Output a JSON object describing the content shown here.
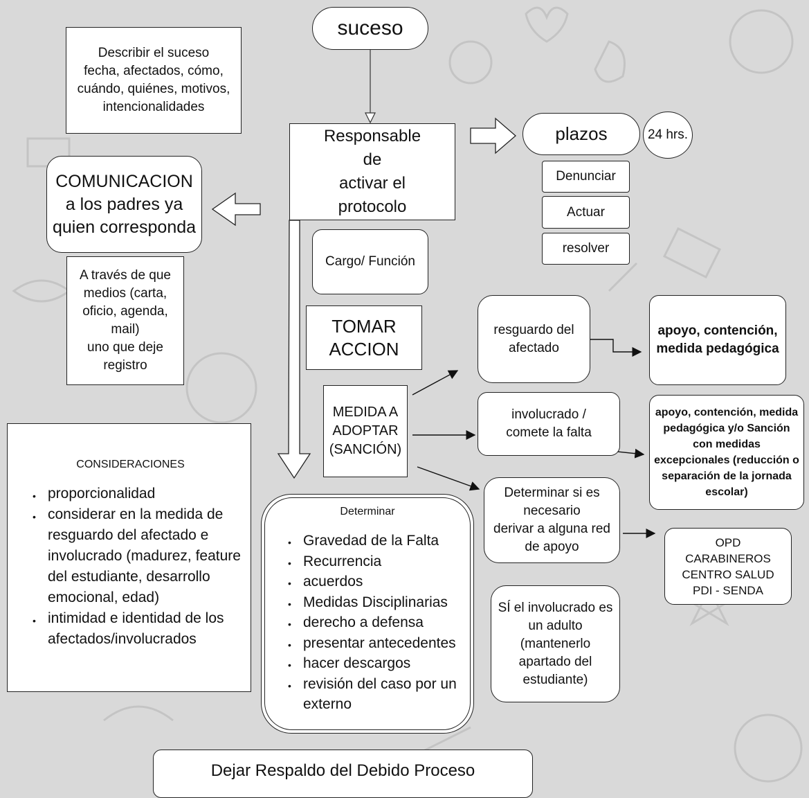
{
  "nodes": {
    "suceso": "suceso",
    "describir": "Describir el suceso\nfecha, afectados, cómo,\ncuándo, quiénes, motivos,\nintencionalidades",
    "responsable": "Responsable\nde\nactivar el\nprotocolo",
    "plazos": "plazos",
    "horas": "24 hrs.",
    "denunciar": "Denunciar",
    "actuar": "Actuar",
    "resolver": "resolver",
    "comunicacion": "COMUNICACION\na los padres ya\nquien corresponda",
    "medios": "A través de que\nmedios (carta,\noficio, agenda,\nmail)\nuno que deje\nregistro",
    "cargo": "Cargo/ Función",
    "tomar": "TOMAR\nACCION",
    "medida": "MEDIDA A\nADOPTAR\n(SANCIÓN)",
    "resguardo": "resguardo del\nafectado",
    "apoyo1": "apoyo, contención,\nmedida pedagógica",
    "involucrado": "involucrado /\ncomete la falta",
    "apoyo2": "apoyo, contención, medida\npedagógica y/o Sanción\ncon medidas\nexcepcionales (reducción o\nseparación de la jornada\nescolar)",
    "derivar": "Determinar si es\nnecesario\nderivar a alguna red\nde apoyo",
    "opd": "OPD\nCARABINEROS\nCENTRO SALUD\nPDI - SENDA",
    "adulto": "SÍ el involucrado es\nun adulto\n(mantenerlo\napartado del\nestudiante)",
    "respaldo": "Dejar Respaldo del Debido Proceso"
  },
  "consideraciones": {
    "title": "CONSIDERACIONES",
    "items": [
      "proporcionalidad",
      "considerar en la medida de resguardo del afectado e involucrado (madurez, feature del estudiante, desarrollo emocional, edad)",
      "intimidad e identidad de los afectados/involucrados"
    ]
  },
  "determinar": {
    "title": "Determinar",
    "items": [
      "Gravedad de la Falta",
      "Recurrencia",
      "acuerdos",
      "Medidas Disciplinarias",
      "derecho a defensa",
      "presentar antecedentes",
      "hacer descargos",
      "revisión del caso por un externo"
    ]
  }
}
